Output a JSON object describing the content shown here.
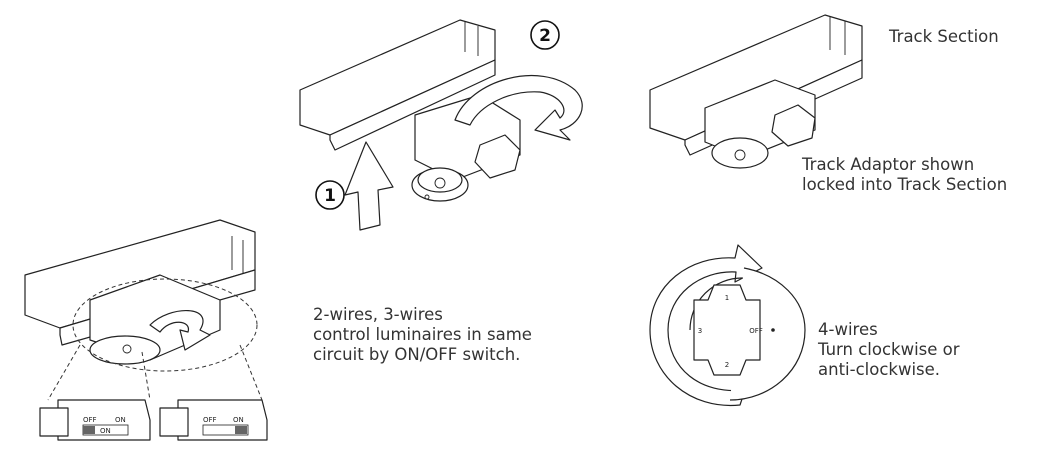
{
  "labels": {
    "track_section": "Track Section",
    "adaptor_locked": "Track Adaptor shown\nlocked into Track Section",
    "wires_2_3": "2-wires, 3-wires\ncontrol luminaires in same\ncircuit by ON/OFF switch.",
    "wires_4": "4-wires\nTurn clockwise or\nanti-clockwise."
  },
  "steps": {
    "step1": "1",
    "step2": "2"
  },
  "switch_text": {
    "off": "OFF",
    "on": "ON",
    "on_alt": "ON"
  },
  "dial_text": {
    "n1": "1",
    "n2": "2",
    "n3": "3",
    "off": "OFF"
  }
}
